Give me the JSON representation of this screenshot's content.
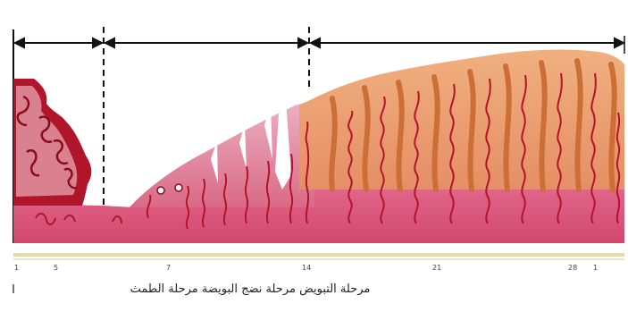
{
  "diagram": {
    "phase_caption": "مرحلة التبويض مرحلة نضج البويضة مرحلة الطمث",
    "day_markers": [
      "1",
      "5",
      "7",
      "14",
      "21",
      "28",
      "1"
    ],
    "colors": {
      "menstrual_tissue": "#b0152a",
      "proliferative_tissue": "#d96a86",
      "secretory_tissue": "#e9a072",
      "base_layer": "#d9547c",
      "vessel": "#b3142d",
      "gland_secretory": "#cc6f36"
    }
  }
}
